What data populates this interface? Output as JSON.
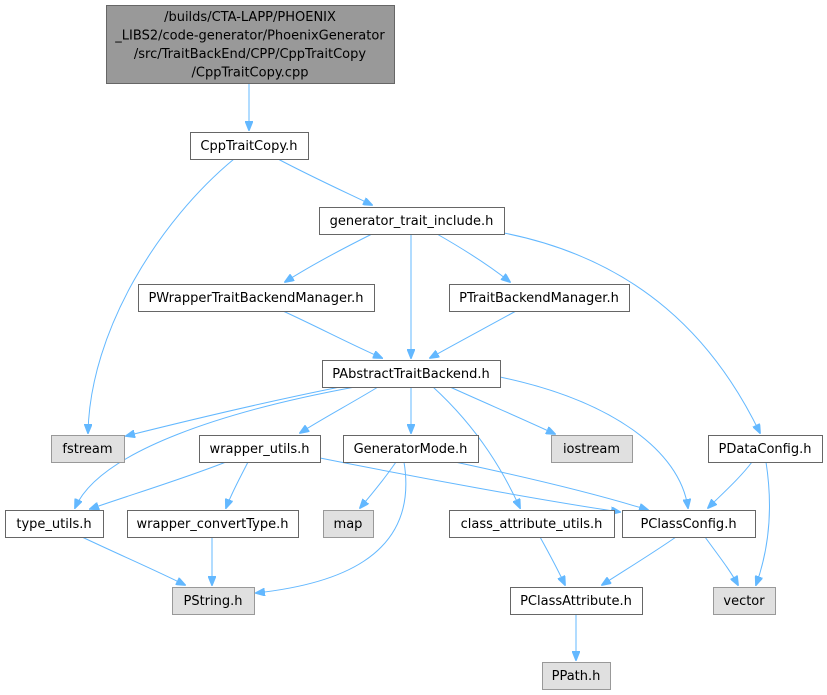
{
  "diagram": {
    "nodes": {
      "root": {
        "lines": [
          "/builds/CTA-LAPP/PHOENIX",
          "_LIBS2/code-generator/PhoenixGenerator",
          "/src/TraitBackEnd/CPP/CppTraitCopy",
          "/CppTraitCopy.cpp"
        ],
        "kind": "root"
      },
      "cpptraitcopy_h": {
        "label": "CppTraitCopy.h",
        "kind": "local"
      },
      "generator_trait_include_h": {
        "label": "generator_trait_include.h",
        "kind": "local"
      },
      "pwrappertraitbackendmanager_h": {
        "label": "PWrapperTraitBackendManager.h",
        "kind": "local"
      },
      "ptraitbackendmanager_h": {
        "label": "PTraitBackendManager.h",
        "kind": "local"
      },
      "pabstracttraitbackend_h": {
        "label": "PAbstractTraitBackend.h",
        "kind": "local"
      },
      "fstream": {
        "label": "fstream",
        "kind": "external"
      },
      "wrapper_utils_h": {
        "label": "wrapper_utils.h",
        "kind": "local"
      },
      "generatormode_h": {
        "label": "GeneratorMode.h",
        "kind": "local"
      },
      "iostream": {
        "label": "iostream",
        "kind": "external"
      },
      "pdataconfig_h": {
        "label": "PDataConfig.h",
        "kind": "local"
      },
      "type_utils_h": {
        "label": "type_utils.h",
        "kind": "local"
      },
      "wrapper_converttype_h": {
        "label": "wrapper_convertType.h",
        "kind": "local"
      },
      "map": {
        "label": "map",
        "kind": "external"
      },
      "class_attribute_utils_h": {
        "label": "class_attribute_utils.h",
        "kind": "local"
      },
      "pclassconfig_h": {
        "label": "PClassConfig.h",
        "kind": "local"
      },
      "pstring_h": {
        "label": "PString.h",
        "kind": "external"
      },
      "pclassattribute_h": {
        "label": "PClassAttribute.h",
        "kind": "local"
      },
      "vector": {
        "label": "vector",
        "kind": "external"
      },
      "ppath_h": {
        "label": "PPath.h",
        "kind": "external"
      }
    },
    "edges": [
      [
        "root",
        "cpptraitcopy_h"
      ],
      [
        "cpptraitcopy_h",
        "generator_trait_include_h"
      ],
      [
        "cpptraitcopy_h",
        "fstream"
      ],
      [
        "generator_trait_include_h",
        "pwrappertraitbackendmanager_h"
      ],
      [
        "generator_trait_include_h",
        "pabstracttraitbackend_h"
      ],
      [
        "generator_trait_include_h",
        "ptraitbackendmanager_h"
      ],
      [
        "generator_trait_include_h",
        "pdataconfig_h"
      ],
      [
        "pwrappertraitbackendmanager_h",
        "pabstracttraitbackend_h"
      ],
      [
        "ptraitbackendmanager_h",
        "pabstracttraitbackend_h"
      ],
      [
        "pabstracttraitbackend_h",
        "fstream"
      ],
      [
        "pabstracttraitbackend_h",
        "type_utils_h"
      ],
      [
        "pabstracttraitbackend_h",
        "wrapper_utils_h"
      ],
      [
        "pabstracttraitbackend_h",
        "generatormode_h"
      ],
      [
        "pabstracttraitbackend_h",
        "class_attribute_utils_h"
      ],
      [
        "pabstracttraitbackend_h",
        "iostream"
      ],
      [
        "pabstracttraitbackend_h",
        "pclassconfig_h"
      ],
      [
        "wrapper_utils_h",
        "type_utils_h"
      ],
      [
        "wrapper_utils_h",
        "wrapper_converttype_h"
      ],
      [
        "wrapper_utils_h",
        "pclassconfig_h"
      ],
      [
        "generatormode_h",
        "map"
      ],
      [
        "generatormode_h",
        "pstring_h"
      ],
      [
        "generatormode_h",
        "pclassconfig_h"
      ],
      [
        "pdataconfig_h",
        "pclassconfig_h"
      ],
      [
        "pdataconfig_h",
        "vector"
      ],
      [
        "type_utils_h",
        "pstring_h"
      ],
      [
        "wrapper_converttype_h",
        "pstring_h"
      ],
      [
        "class_attribute_utils_h",
        "pclassattribute_h"
      ],
      [
        "pclassconfig_h",
        "pclassattribute_h"
      ],
      [
        "pclassconfig_h",
        "vector"
      ],
      [
        "pclassattribute_h",
        "ppath_h"
      ]
    ]
  }
}
